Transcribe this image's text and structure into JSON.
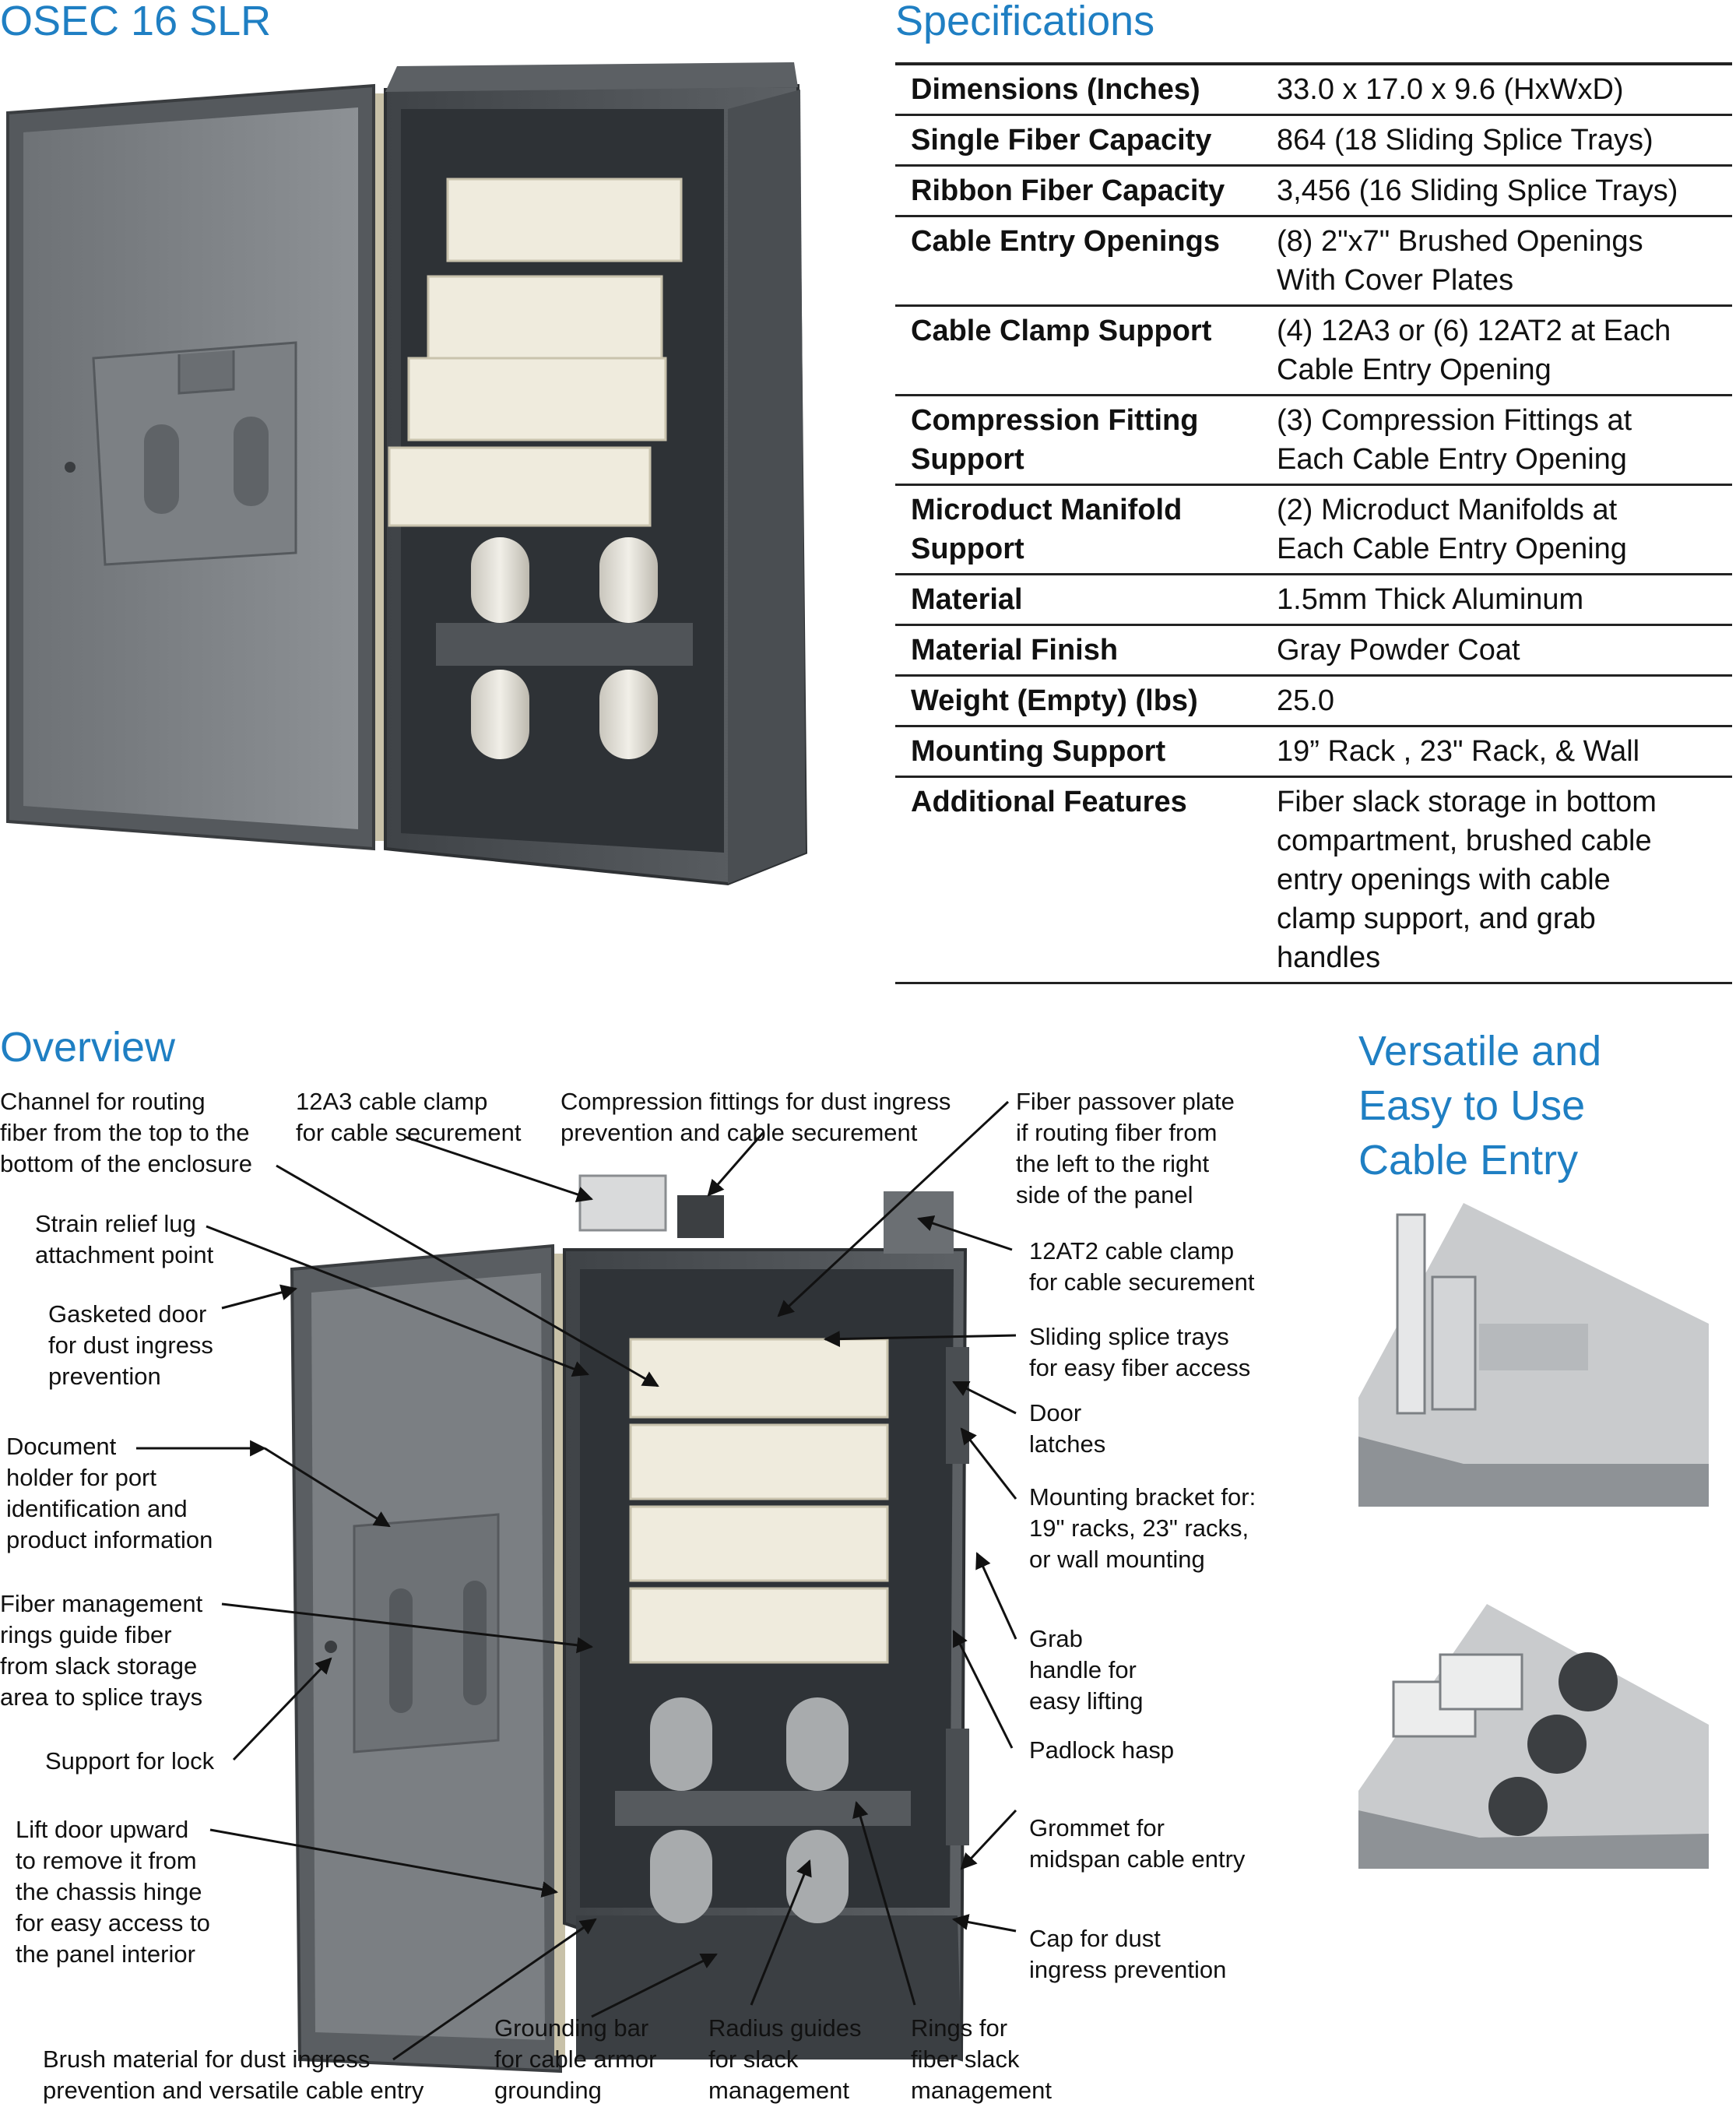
{
  "product_title": "OSEC 16 SLR",
  "specs_heading": "Specifications",
  "specs": [
    {
      "label": "Dimensions (Inches)",
      "value": "33.0 x 17.0 x 9.6 (HxWxD)"
    },
    {
      "label": "Single Fiber Capacity",
      "value": "864 (18 Sliding Splice Trays)"
    },
    {
      "label": "Ribbon Fiber Capacity",
      "value": "3,456 (16 Sliding Splice Trays)"
    },
    {
      "label": "Cable Entry Openings",
      "value": "(8) 2\"x7\" Brushed Openings\nWith Cover Plates"
    },
    {
      "label": "Cable Clamp Support",
      "value": "(4) 12A3 or (6) 12AT2 at Each\nCable Entry Opening"
    },
    {
      "label": "Compression Fitting\nSupport",
      "value": "(3) Compression Fittings at\nEach Cable Entry Opening"
    },
    {
      "label": "Microduct Manifold\nSupport",
      "value": "(2) Microduct Manifolds at\nEach Cable Entry Opening"
    },
    {
      "label": "Material",
      "value": "1.5mm Thick Aluminum"
    },
    {
      "label": "Material Finish",
      "value": "Gray Powder Coat"
    },
    {
      "label": "Weight (Empty) (lbs)",
      "value": "25.0"
    },
    {
      "label": "Mounting Support",
      "value": "19” Rack , 23\" Rack, & Wall"
    },
    {
      "label": "Additional Features",
      "value": "Fiber slack storage in bottom\ncompartment, brushed cable\nentry openings with cable\nclamp support, and grab\nhandles"
    }
  ],
  "overview_heading": "Overview",
  "versatile_heading": "Versatile and\nEasy to Use\nCable Entry",
  "annotations": {
    "channel": "Channel for routing\nfiber from the top to the\nbottom of the enclosure",
    "clamp_12a3": "12A3 cable clamp\nfor cable securement",
    "compression": "Compression fittings for dust ingress\nprevention and cable securement",
    "passover": "Fiber passover plate\nif routing fiber from\nthe left to the right\nside of the panel",
    "strain_relief": "Strain relief lug\nattachment point",
    "clamp_12at2": "12AT2 cable clamp\nfor cable securement",
    "gasketed_door": "Gasketed door\nfor dust ingress\nprevention",
    "sliding_trays": "Sliding splice trays\nfor easy fiber access",
    "door_latches": "Door\nlatches",
    "document_holder": "Document\nholder for port\nidentification and\nproduct information",
    "mounting_bracket": "Mounting bracket for:\n19\" racks, 23\" racks,\nor wall mounting",
    "fiber_rings": "Fiber management\nrings guide fiber\nfrom slack storage\narea to splice trays",
    "grab_handle": "Grab\nhandle for\neasy lifting",
    "support_lock": "Support for lock",
    "padlock": "Padlock hasp",
    "lift_door": "Lift door upward\nto remove it from\nthe chassis hinge\nfor easy access to\nthe panel interior",
    "grommet": "Grommet for\nmidspan cable entry",
    "cap_dust": "Cap for dust\ningress prevention",
    "grounding_bar": "Grounding bar\nfor cable armor\ngrounding",
    "radius_guides": "Radius guides\nfor slack\nmanagement",
    "rings_slack": "Rings for\nfiber slack\nmanagement",
    "brush_material": "Brush material for dust ingress\nprevention and versatile cable entry"
  }
}
